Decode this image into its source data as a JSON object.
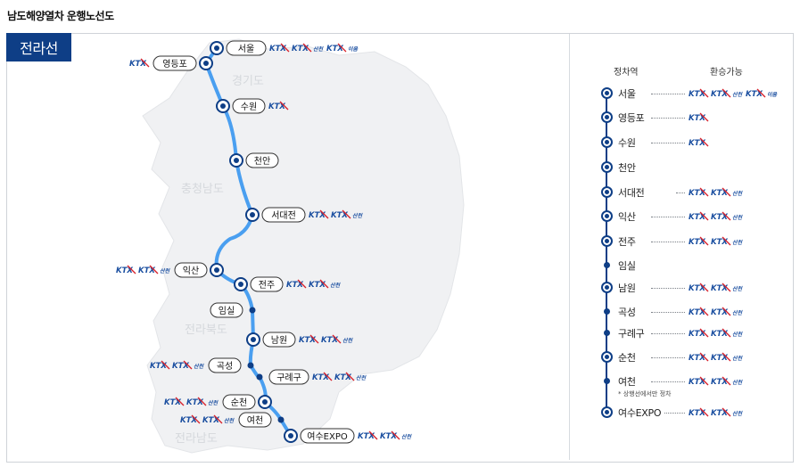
{
  "page_title": "남도해양열차 운행노선도",
  "line_name": "전라선",
  "region_labels": [
    "경기도",
    "충청남도",
    "전라북도",
    "전라남도"
  ],
  "legend_headers": {
    "station": "정차역",
    "transfer": "환승가능"
  },
  "brands": {
    "ktx": "KTX",
    "sancheon": "산천",
    "eum": "이음"
  },
  "legend_note": "* 상행선에서만 정차",
  "colors": {
    "line": "#4a9ff0",
    "navy": "#0e3e86",
    "ktx_red": "#d7202a",
    "ktx_blue": "#1b4fa0"
  },
  "stations": [
    {
      "name": "서울",
      "major": true,
      "transfer": [
        "KTX",
        "KTX-산천",
        "KTX-이음"
      ]
    },
    {
      "name": "영등포",
      "major": true,
      "transfer": [
        "KTX"
      ]
    },
    {
      "name": "수원",
      "major": true,
      "transfer": [
        "KTX"
      ]
    },
    {
      "name": "천안",
      "major": true,
      "transfer": []
    },
    {
      "name": "서대전",
      "major": true,
      "transfer": [
        "KTX",
        "KTX-산천"
      ]
    },
    {
      "name": "익산",
      "major": true,
      "transfer": [
        "KTX",
        "KTX-산천"
      ]
    },
    {
      "name": "전주",
      "major": true,
      "transfer": [
        "KTX",
        "KTX-산천"
      ]
    },
    {
      "name": "임실",
      "major": false,
      "transfer": []
    },
    {
      "name": "남원",
      "major": true,
      "transfer": [
        "KTX",
        "KTX-산천"
      ]
    },
    {
      "name": "곡성",
      "major": false,
      "transfer": [
        "KTX",
        "KTX-산천"
      ]
    },
    {
      "name": "구례구",
      "major": false,
      "transfer": [
        "KTX",
        "KTX-산천"
      ]
    },
    {
      "name": "순천",
      "major": true,
      "transfer": [
        "KTX",
        "KTX-산천"
      ]
    },
    {
      "name": "여천",
      "major": false,
      "transfer": [
        "KTX",
        "KTX-산천"
      ],
      "note": true
    },
    {
      "name": "여수EXPO",
      "major": true,
      "transfer": [
        "KTX",
        "KTX-산천"
      ]
    }
  ]
}
